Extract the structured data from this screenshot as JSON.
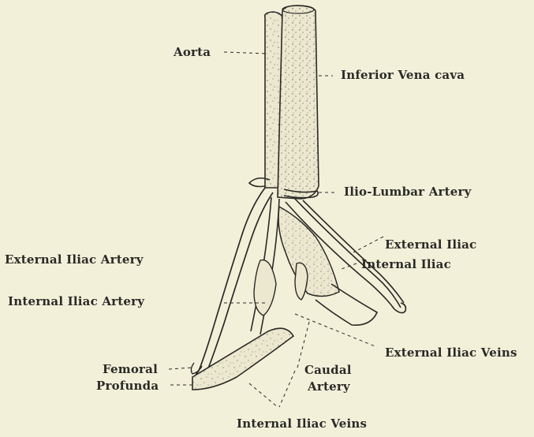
{
  "labels": {
    "aorta": "Aorta",
    "inferior_vena_cava": "Inferior Vena cava",
    "ilio_lumbar_artery": "Ilio-Lumbar Artery",
    "external_iliac_artery": "External Iliac Artery",
    "external_iliac": "External Iliac",
    "internal_iliac": "Internal Iliac",
    "internal_iliac_artery": "Internal Iliac Artery",
    "external_iliac_veins": "External Iliac Veins",
    "femoral": "Femoral",
    "profunda": "Profunda",
    "caudal": "Caudal",
    "artery": "Artery",
    "internal_iliac_veins": "Internal Iliac Veins"
  },
  "colors": {
    "background": "#f3f0da",
    "ink": "#2a2a26",
    "vessel_fill": "#ece8cf"
  }
}
